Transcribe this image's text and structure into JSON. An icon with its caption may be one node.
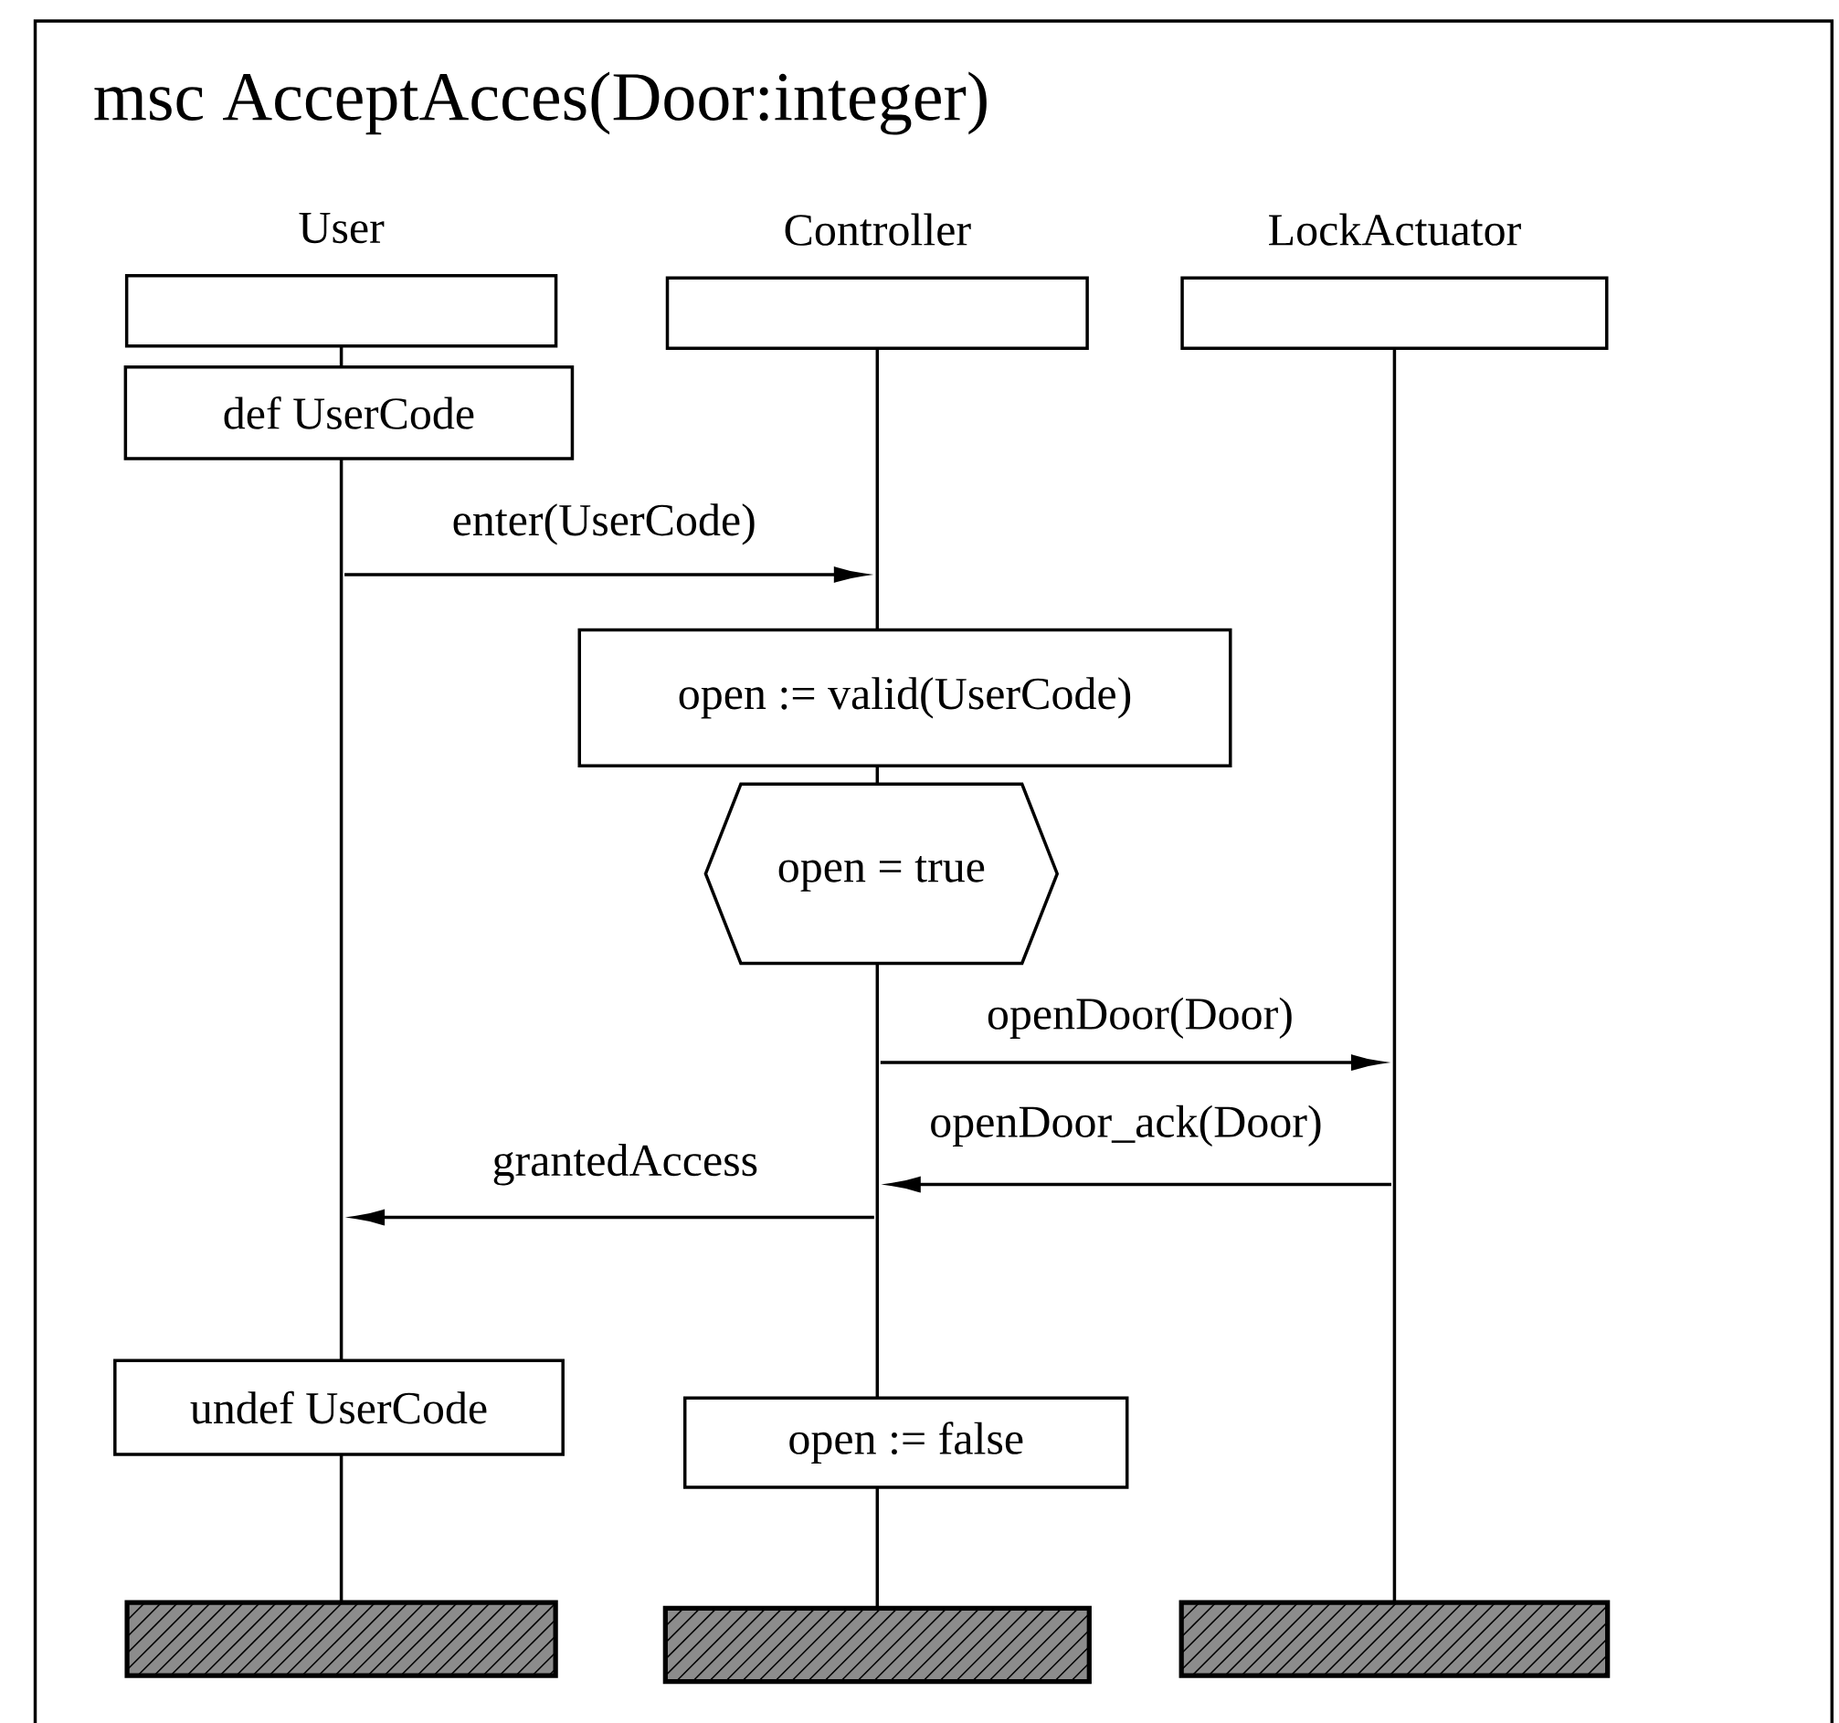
{
  "diagram": {
    "title": "msc AcceptAcces(Door:integer)",
    "nodes": [
      {
        "text": [
          "User"
        ]
      },
      {
        "text": [
          "def UserCode"
        ]
      },
      {
        "text": [
          "Controller"
        ]
      },
      {
        "text": [
          "open := valid(UserCode)"
        ]
      },
      {
        "text": [
          "open = true"
        ]
      },
      {
        "text": [
          "LockActuator"
        ]
      },
      {
        "text": [
          "undef UserCode"
        ]
      },
      {
        "text": [
          "open := false"
        ]
      },
      {
        "text": [],
        "shape": "bar"
      },
      {
        "text": [],
        "shape": "bar"
      },
      {
        "text": [],
        "shape": "bar"
      },
      {
        "text": [],
        "shape": "line"
      },
      {
        "text": [],
        "shape": "line"
      },
      {
        "text": [],
        "shape": "line"
      }
    ],
    "edges": [
      {
        "from": 11,
        "to": 12,
        "arrow": "to",
        "label": "enter(UserCode)"
      },
      {
        "from": 12,
        "to": 13,
        "arrow": "to",
        "label": "openDoor(Door)"
      },
      {
        "from": 13,
        "to": 12,
        "arrow": "to",
        "label": "openDoor_ack(Door)"
      },
      {
        "from": 12,
        "to": 11,
        "arrow": "to",
        "label": "grantedAccess"
      }
    ]
  }
}
